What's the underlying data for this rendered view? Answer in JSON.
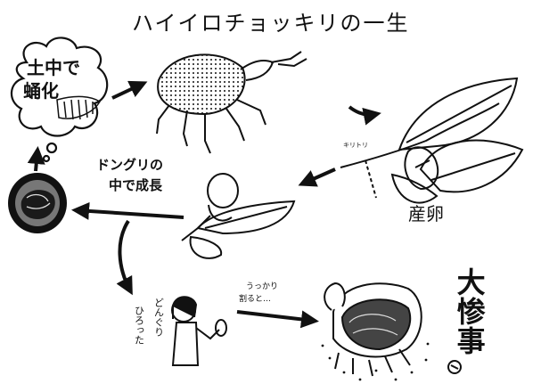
{
  "diagram": {
    "title": "ハイイロチョッキリの一生",
    "pupa_label_line1": "土中で",
    "pupa_label_line2": "蛹化",
    "growth_label_line1": "ドングリの",
    "growth_label_line2": "中で成長",
    "egg_label": "産卵",
    "cut_label": "キリトリ",
    "accident_label_line1": "うっかり",
    "accident_label_line2": "割ると…",
    "pickup_label_line1": "どんぐり",
    "pickup_label_line2": "ひろった",
    "disaster_label": "大惨事"
  }
}
